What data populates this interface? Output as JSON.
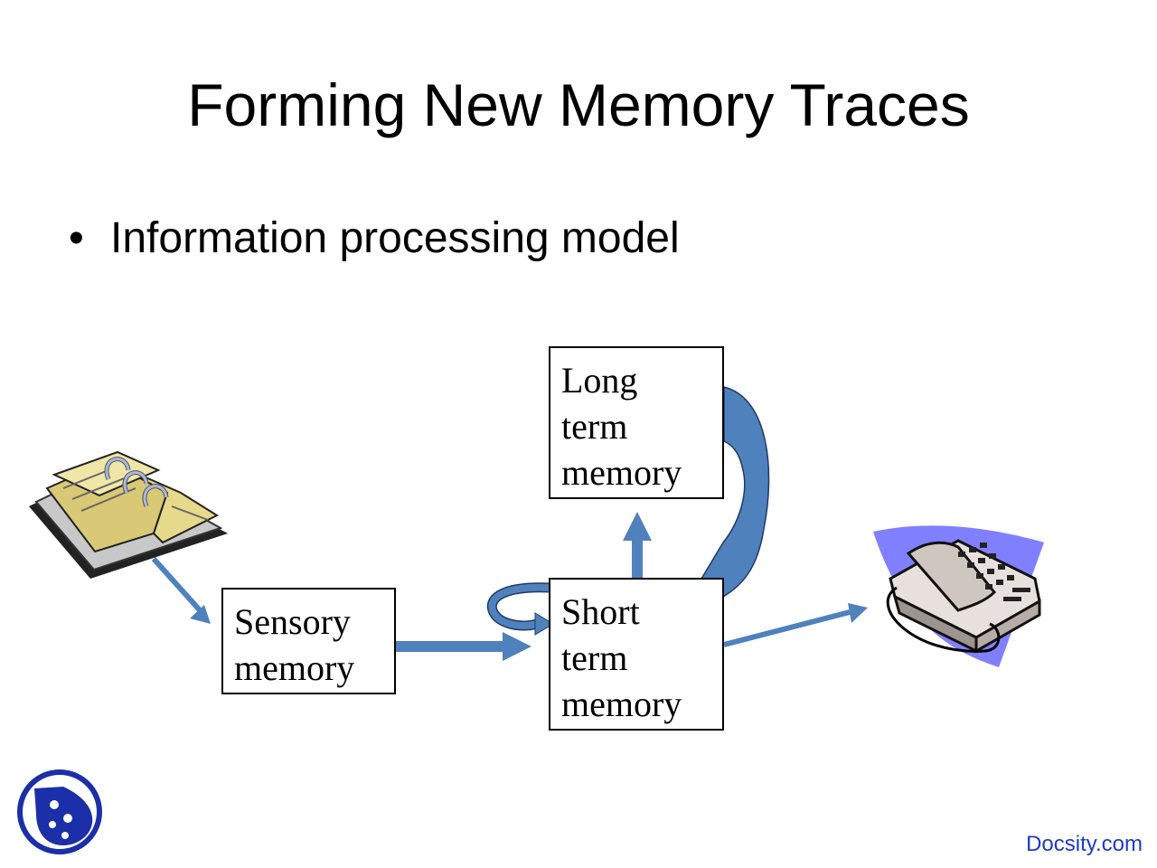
{
  "slide": {
    "title": "Forming New Memory Traces",
    "bullet": "Information processing model"
  },
  "diagram": {
    "sensory_box": {
      "lines": [
        "Sensory",
        "memory"
      ]
    },
    "long_term_box": {
      "lines": [
        "Long",
        "term",
        "memory"
      ]
    },
    "short_term_box": {
      "lines": [
        "Short",
        "term",
        "memory"
      ]
    },
    "input_icon": "notebook-icon",
    "output_icon": "telephone-icon"
  },
  "footer": {
    "brand": "Docsity.com",
    "logo_icon": "docsity-logo-icon"
  },
  "colors": {
    "arrow": "#4f81bd",
    "arrow_dark": "#2e5a8c",
    "phone_bg": "#8080ff",
    "brand": "#1a3cc8"
  }
}
